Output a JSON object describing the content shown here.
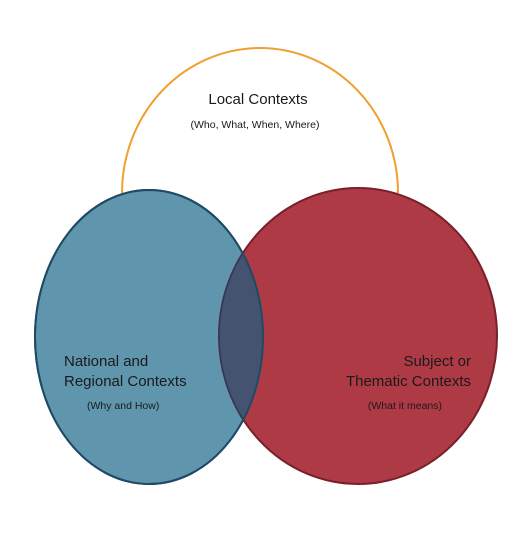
{
  "diagram": {
    "local": {
      "title": "Local Contexts",
      "subtitle": "(Who, What, When, Where)"
    },
    "national": {
      "title_line1": "National and",
      "title_line2": "Regional Contexts",
      "subtitle": "(Why and How)"
    },
    "subject": {
      "title_line1": "Subject or",
      "title_line2": "Thematic Contexts",
      "subtitle": "(What it means)"
    }
  },
  "colors": {
    "arc_stroke": "#F0A030",
    "national_fill": "#6096AD",
    "national_stroke": "#1F4A66",
    "subject_fill": "#AE3A45",
    "subject_stroke": "#7A1F2B",
    "overlap_fill": "#445370",
    "text": "#1A1A1A"
  }
}
